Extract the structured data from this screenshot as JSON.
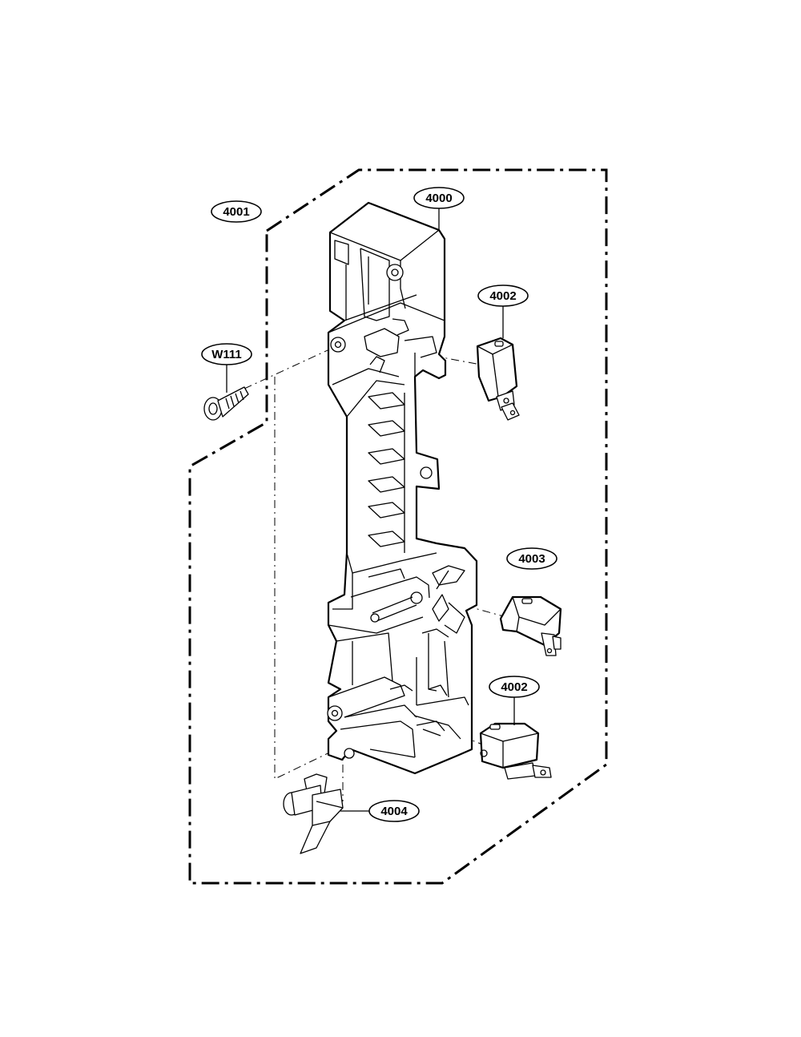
{
  "callouts": {
    "c4000": "4000",
    "c4001": "4001",
    "c4002_top": "4002",
    "c4002_bottom": "4002",
    "c4003": "4003",
    "c4004": "4004",
    "cW111": "W111"
  },
  "colors": {
    "line": "#000000",
    "background": "#ffffff"
  }
}
